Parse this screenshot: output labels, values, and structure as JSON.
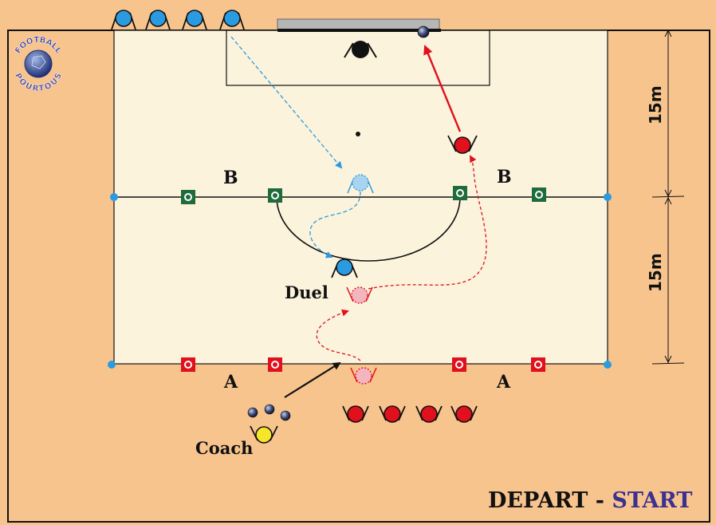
{
  "logo": {
    "text_top": "FOOTBALL",
    "text_bottom": "POURTOUS"
  },
  "zones": {
    "b_left": "B",
    "b_right": "B",
    "a_left": "A",
    "a_right": "A"
  },
  "roles": {
    "duel": "Duel",
    "coach": "Coach"
  },
  "distances": {
    "upper": "15m",
    "lower": "15m"
  },
  "footer": {
    "depart": "DEPART",
    "separator": " - ",
    "start": "START"
  },
  "colors": {
    "background": "#f8c48e",
    "pitch": "#fbf3dc",
    "blue_team": "#2a9be0",
    "red_team": "#e0101c",
    "green_cone": "#1e6b3c",
    "red_cone": "#e0101c",
    "coach": "#f6e52a",
    "goalkeeper": "#111111",
    "ghost_blue": "#a8d4ef",
    "ghost_red": "#f3b6bf",
    "start_text": "#3a3190"
  }
}
